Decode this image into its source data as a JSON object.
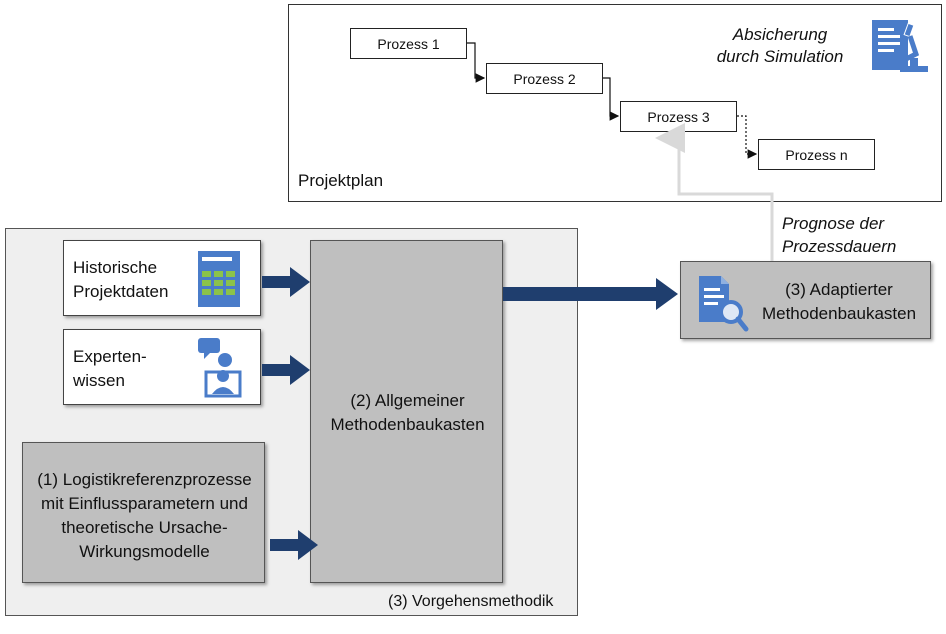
{
  "projektplan": {
    "label": "Projektplan",
    "prozesse": [
      "Prozess 1",
      "Prozess 2",
      "Prozess 3",
      "Prozess n"
    ],
    "simulation_label_line1": "Absicherung",
    "simulation_label_line2": "durch Simulation"
  },
  "prognose": {
    "line1": "Prognose der",
    "line2": "Prozessdauern"
  },
  "adaptiert": {
    "line1": "(3) Adaptierter",
    "line2": "Methodenbaukasten"
  },
  "vorgehensmethodik": {
    "label": "(3) Vorgehensmethodik",
    "historische": {
      "line1": "Historische",
      "line2": "Projektdaten"
    },
    "experten": {
      "line1": "Experten-",
      "line2": "wissen"
    },
    "logistik": {
      "line1": "(1) Logistikreferenzprozesse",
      "line2": "mit Einflussparametern und",
      "line3": "theoretische Ursache-",
      "line4": "Wirkungsmodelle"
    },
    "allgemein": {
      "line1": "(2) Allgemeiner",
      "line2": "Methodenbaukasten"
    }
  },
  "colors": {
    "arrow_blue": "#1f3e6e",
    "icon_blue": "#4a7cc9",
    "icon_green": "#8bc34a",
    "box_grey": "#bfbfbf",
    "panel_grey": "#efefef"
  },
  "icons": [
    "simulation-icon",
    "spreadsheet-icon",
    "expert-icon",
    "document-search-icon"
  ]
}
